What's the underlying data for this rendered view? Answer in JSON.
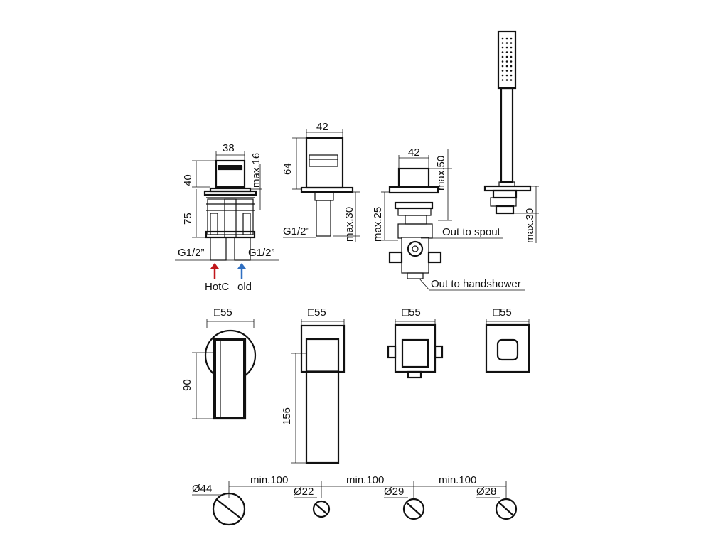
{
  "colors": {
    "line": "#111111",
    "hot": "#c0161b",
    "cold": "#2f6fc1",
    "background": "#ffffff"
  },
  "labels": {
    "d38": "38",
    "d40": "40",
    "max16": "max.16",
    "d75": "75",
    "g_left": "G1/2”",
    "g_right": "G1/2”",
    "hot_cold": "HotC",
    "cold_rest": "old",
    "d42a": "42",
    "d64": "64",
    "g_spout": "G1/2”",
    "max30a": "max.30",
    "d42b": "42",
    "max50": "max.50",
    "max25": "max.25",
    "out_spout": "Out to spout",
    "out_handshower": "Out to handshower",
    "max30b": "max.30",
    "sq1": "□55",
    "sq2": "□55",
    "sq3": "□55",
    "sq4": "□55",
    "d90": "90",
    "d156": "156",
    "min1": "min.100",
    "min2": "min.100",
    "min3": "min.100",
    "dia44": "Ø44",
    "dia22": "Ø22",
    "dia29": "Ø29",
    "dia28": "Ø28"
  }
}
